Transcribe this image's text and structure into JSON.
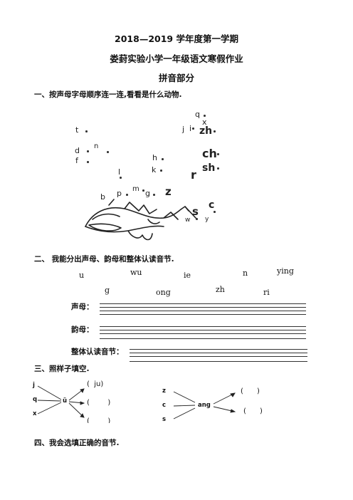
{
  "header": {
    "title1": "2018—2019 学年度第一学期",
    "title2": "娄葑实验小学一年级语文寒假作业",
    "title3": "拼音部分"
  },
  "section1": {
    "heading": "一、按声母字母顺序连一连,看看是什么动物.",
    "letters": [
      "q",
      "x",
      "j",
      "i",
      "zh",
      "t",
      "n",
      "d",
      "f",
      "ch",
      "h",
      "k",
      "sh",
      "l",
      "r",
      "b",
      "p",
      "m",
      "g",
      "z",
      "s",
      "c",
      "w",
      "y"
    ]
  },
  "section2": {
    "heading": "二、  我能分出声母、韵母和整体认读音节.",
    "row1": [
      "u",
      "wu",
      "ie",
      "n",
      "ying"
    ],
    "row2": [
      "g",
      "ong",
      "zh",
      "ri"
    ],
    "label_shengmu": "声母：",
    "label_yunmu": "韵母：",
    "label_zhengti": "整体认读音节："
  },
  "section3": {
    "heading": "三、照样子填空.",
    "left": {
      "inputs": [
        "j",
        "q",
        "x"
      ],
      "center": "ü",
      "example": "ju"
    },
    "right": {
      "inputs": [
        "z",
        "c",
        "s"
      ],
      "center": "ang"
    }
  },
  "section4": {
    "heading": "四、我会选填正确的音节."
  }
}
